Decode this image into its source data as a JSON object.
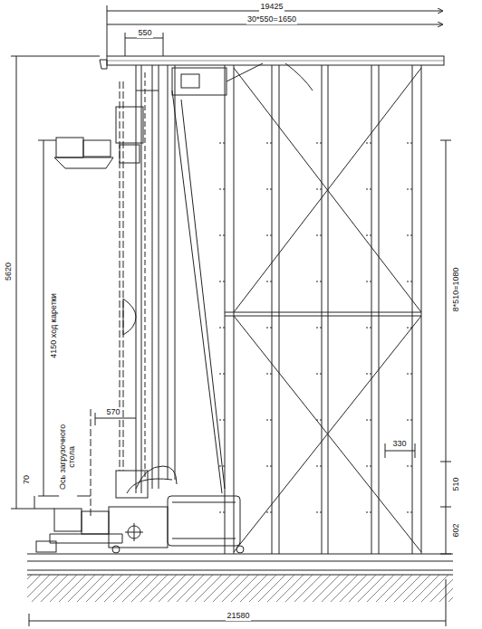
{
  "diagram": {
    "labels": [
      "19425",
      "30*550=1650",
      "550",
      "5620",
      "4150 ход каретки",
      "8*510=1080",
      "330",
      "570",
      "510",
      "602",
      "70",
      "Ось загрузочного стола",
      "21580"
    ]
  }
}
